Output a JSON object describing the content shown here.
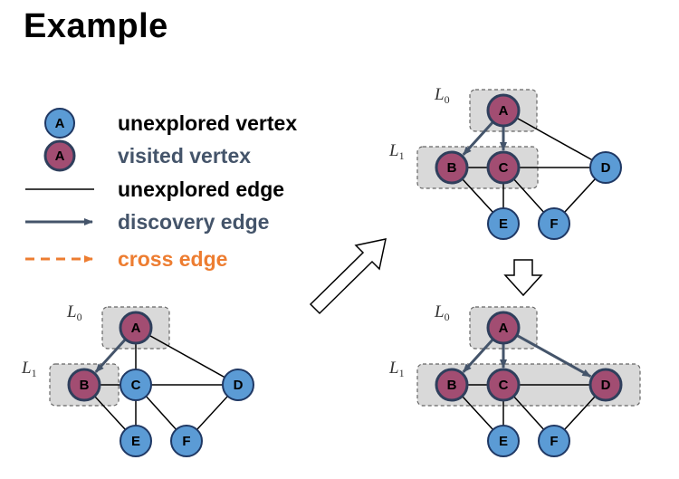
{
  "title": "Example",
  "colors": {
    "unexplored_vertex": "#5b9bd5",
    "visited_vertex": "#a24d72",
    "unexplored_edge": "#000000",
    "discovery_edge": "#44546a",
    "cross_edge": "#ed7d31",
    "level_box": "#d9d9d9"
  },
  "legend": [
    {
      "kind": "unexplored-vertex",
      "symbol": "A",
      "text": "unexplored vertex"
    },
    {
      "kind": "visited-vertex",
      "symbol": "A",
      "text": "visited vertex"
    },
    {
      "kind": "unexplored-edge",
      "text": "unexplored edge"
    },
    {
      "kind": "discovery-edge",
      "text": "discovery edge"
    },
    {
      "kind": "cross-edge",
      "text": "cross edge"
    }
  ],
  "level_labels": {
    "l0": {
      "main": "L",
      "sub": "0"
    },
    "l1": {
      "main": "L",
      "sub": "1"
    }
  },
  "vertices": [
    "A",
    "B",
    "C",
    "D",
    "E",
    "F"
  ],
  "graphs": [
    {
      "id": "step1",
      "visited": [
        "A",
        "B"
      ],
      "discovery_edges": [
        [
          "A",
          "B"
        ]
      ],
      "edges": [
        [
          "A",
          "C"
        ],
        [
          "A",
          "D"
        ],
        [
          "B",
          "C"
        ],
        [
          "C",
          "D"
        ],
        [
          "B",
          "E"
        ],
        [
          "C",
          "E"
        ],
        [
          "C",
          "F"
        ],
        [
          "D",
          "F"
        ]
      ]
    },
    {
      "id": "step2",
      "visited": [
        "A",
        "B",
        "C"
      ],
      "discovery_edges": [
        [
          "A",
          "B"
        ],
        [
          "A",
          "C"
        ]
      ],
      "edges": [
        [
          "A",
          "D"
        ],
        [
          "B",
          "C"
        ],
        [
          "C",
          "D"
        ],
        [
          "B",
          "E"
        ],
        [
          "C",
          "E"
        ],
        [
          "C",
          "F"
        ],
        [
          "D",
          "F"
        ]
      ]
    },
    {
      "id": "step3",
      "visited": [
        "A",
        "B",
        "C",
        "D"
      ],
      "discovery_edges": [
        [
          "A",
          "B"
        ],
        [
          "A",
          "C"
        ],
        [
          "A",
          "D"
        ]
      ],
      "edges": [
        [
          "B",
          "C"
        ],
        [
          "C",
          "D"
        ],
        [
          "B",
          "E"
        ],
        [
          "C",
          "E"
        ],
        [
          "C",
          "F"
        ],
        [
          "D",
          "F"
        ]
      ]
    }
  ]
}
